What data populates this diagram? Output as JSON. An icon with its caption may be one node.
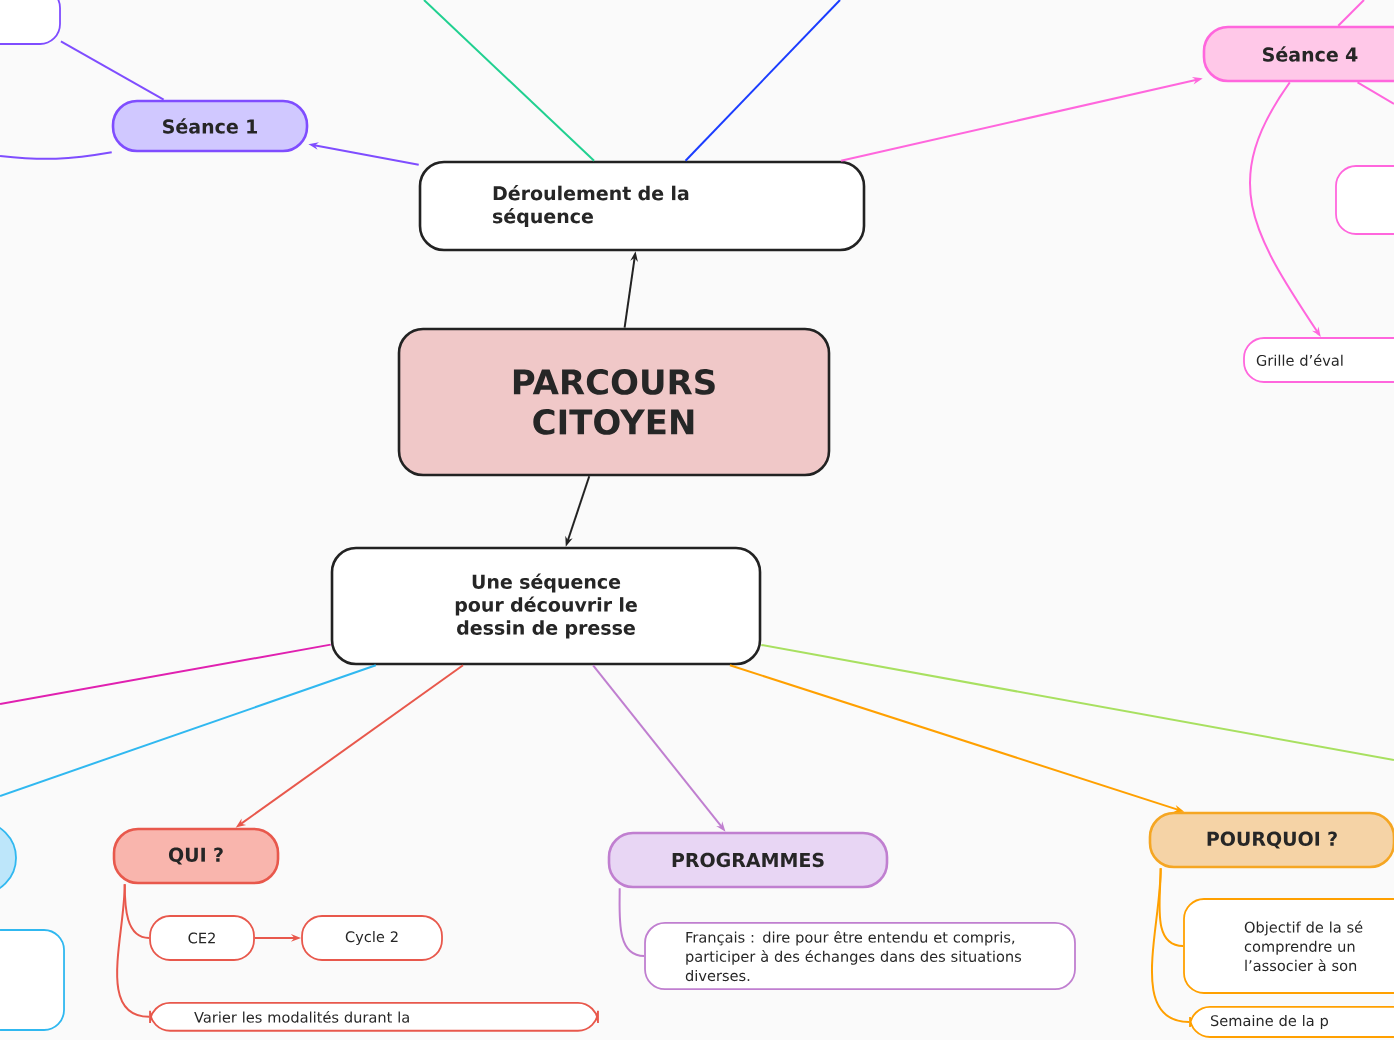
{
  "diagram": {
    "nodes": [
      {
        "text": [
          "PARCOURS CITOYEN"
        ]
      },
      {
        "text": [
          "Déroulement de la séquence"
        ]
      },
      {
        "text": [
          "Une séquence pour découvrir le dessin de presse"
        ]
      },
      {
        "text": [
          "Séance 1"
        ]
      },
      {
        "text": [
          "Séance 4"
        ]
      },
      {
        "text": [],
        "shape": "box"
      },
      {
        "text": [
          "Grille d’éval"
        ]
      },
      {
        "text": [],
        "shape": "box"
      },
      {
        "text": [
          "QUI ?"
        ]
      },
      {
        "text": [
          "CE2"
        ]
      },
      {
        "text": [
          "Cycle 2"
        ]
      },
      {
        "text": [
          "Varier les modalités durant la"
        ]
      },
      {
        "text": [
          "PROGRAMMES"
        ]
      },
      {
        "text": [
          "Français : dire pour être entendu et compris, participer à des échanges dans des situations diverses."
        ]
      },
      {
        "text": [
          "POURQUOI ?"
        ]
      },
      {
        "text": [
          "Objectif de la sé comprendre un l’associer à son"
        ]
      },
      {
        "text": [
          "Semaine de la p"
        ]
      },
      {
        "text": [],
        "shape": "circle"
      },
      {
        "text": [],
        "shape": "box"
      }
    ],
    "edges": [
      {
        "from": 0,
        "to": 1,
        "arrow": "to",
        "color": "#222222"
      },
      {
        "from": 0,
        "to": 2,
        "arrow": "to",
        "color": "#222222"
      },
      {
        "from": 1,
        "to": 3,
        "arrow": "to",
        "color": "#7f4dff"
      },
      {
        "from": 1,
        "to": 4,
        "arrow": "to",
        "color": "#ff66dd"
      },
      {
        "from": 1,
        "to": null,
        "arrow": "none",
        "color": "#20d090"
      },
      {
        "from": 1,
        "to": null,
        "arrow": "none",
        "color": "#1a3cff"
      },
      {
        "from": 3,
        "to": 7,
        "arrow": "none",
        "color": "#7f4dff"
      },
      {
        "from": 3,
        "to": null,
        "arrow": "none",
        "color": "#7f4dff"
      },
      {
        "from": 4,
        "to": null,
        "arrow": "none",
        "color": "#ff66dd"
      },
      {
        "from": 4,
        "to": null,
        "arrow": "none",
        "color": "#ff66dd"
      },
      {
        "from": 4,
        "to": 6,
        "arrow": "to",
        "color": "#ff66dd"
      },
      {
        "from": 2,
        "to": 8,
        "arrow": "to",
        "color": "#e8584c"
      },
      {
        "from": 2,
        "to": 12,
        "arrow": "to",
        "color": "#c07fd0"
      },
      {
        "from": 2,
        "to": 14,
        "arrow": "to",
        "color": "#ffa000"
      },
      {
        "from": 2,
        "to": null,
        "arrow": "none",
        "color": "#a8e060"
      },
      {
        "from": 2,
        "to": null,
        "arrow": "none",
        "color": "#e020b0"
      },
      {
        "from": 2,
        "to": null,
        "arrow": "none",
        "color": "#30b8f0"
      },
      {
        "from": 8,
        "to": 9,
        "arrow": "none",
        "color": "#e8584c"
      },
      {
        "from": 9,
        "to": 10,
        "arrow": "to",
        "color": "#e8584c"
      },
      {
        "from": 8,
        "to": 11,
        "arrow": "none",
        "color": "#e8584c"
      },
      {
        "from": 12,
        "to": 13,
        "arrow": "none",
        "color": "#c07fd0"
      },
      {
        "from": 14,
        "to": 15,
        "arrow": "none",
        "color": "#ffa000"
      },
      {
        "from": 14,
        "to": 16,
        "arrow": "none",
        "color": "#ffa000"
      }
    ]
  }
}
